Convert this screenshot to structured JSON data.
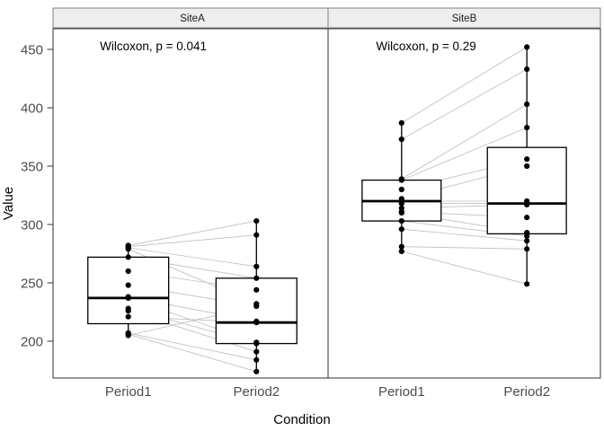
{
  "chart_data": {
    "type": "box",
    "title": "",
    "xlabel": "Condition",
    "ylabel": "Value",
    "ylim": [
      168,
      462
    ],
    "yticks": [
      200,
      250,
      300,
      350,
      400,
      450
    ],
    "ytick_labels": [
      "200",
      "250",
      "300",
      "350",
      "400",
      "450"
    ],
    "categories": [
      "Period1",
      "Period2"
    ],
    "grid": false,
    "legend": "none",
    "facet_variable": "Site",
    "paired_lines": true,
    "panels": [
      {
        "strip_label": "SiteA",
        "annotation": "Wilcoxon, p = 0.041",
        "groups": [
          {
            "name": "Period1",
            "box": {
              "lower_whisker": 205,
              "q1": 215,
              "median": 237,
              "q3": 272,
              "upper_whisker": 282
            },
            "points": [
              282,
              281,
              280,
              279,
              272,
              260,
              248,
              238,
              237,
              228,
              226,
              221,
              207,
              206,
              205
            ]
          },
          {
            "name": "Period2",
            "box": {
              "lower_whisker": 174,
              "q1": 198,
              "median": 216,
              "q3": 254,
              "upper_whisker": 303
            },
            "points": [
              303,
              291,
              264,
              254,
              244,
              232,
              230,
              217,
              216,
              199,
              198,
              191,
              184,
              174
            ]
          }
        ],
        "pairs": [
          [
            282,
            303
          ],
          [
            281,
            291
          ],
          [
            280,
            264
          ],
          [
            279,
            232
          ],
          [
            272,
            254
          ],
          [
            260,
            244
          ],
          [
            248,
            230
          ],
          [
            238,
            217
          ],
          [
            237,
            199
          ],
          [
            228,
            198
          ],
          [
            226,
            191
          ],
          [
            221,
            216
          ],
          [
            207,
            184
          ],
          [
            206,
            174
          ],
          [
            205,
            230
          ]
        ]
      },
      {
        "strip_label": "SiteB",
        "annotation": "Wilcoxon, p = 0.29",
        "groups": [
          {
            "name": "Period1",
            "box": {
              "lower_whisker": 277,
              "q1": 303,
              "median": 320,
              "q3": 338,
              "upper_whisker": 387
            },
            "points": [
              387,
              373,
              339,
              338,
              330,
              322,
              320,
              318,
              314,
              311,
              310,
              303,
              296,
              281,
              277
            ]
          },
          {
            "name": "Period2",
            "box": {
              "lower_whisker": 249,
              "q1": 292,
              "median": 318,
              "q3": 366,
              "upper_whisker": 452
            },
            "points": [
              452,
              433,
              403,
              383,
              356,
              350,
              320,
              318,
              317,
              306,
              293,
              290,
              286,
              279,
              249
            ]
          }
        ],
        "pairs": [
          [
            387,
            452
          ],
          [
            373,
            433
          ],
          [
            339,
            403
          ],
          [
            338,
            383
          ],
          [
            330,
            356
          ],
          [
            322,
            350
          ],
          [
            320,
            320
          ],
          [
            318,
            318
          ],
          [
            314,
            317
          ],
          [
            311,
            306
          ],
          [
            310,
            293
          ],
          [
            303,
            290
          ],
          [
            296,
            286
          ],
          [
            281,
            279
          ],
          [
            277,
            249
          ]
        ]
      }
    ]
  }
}
